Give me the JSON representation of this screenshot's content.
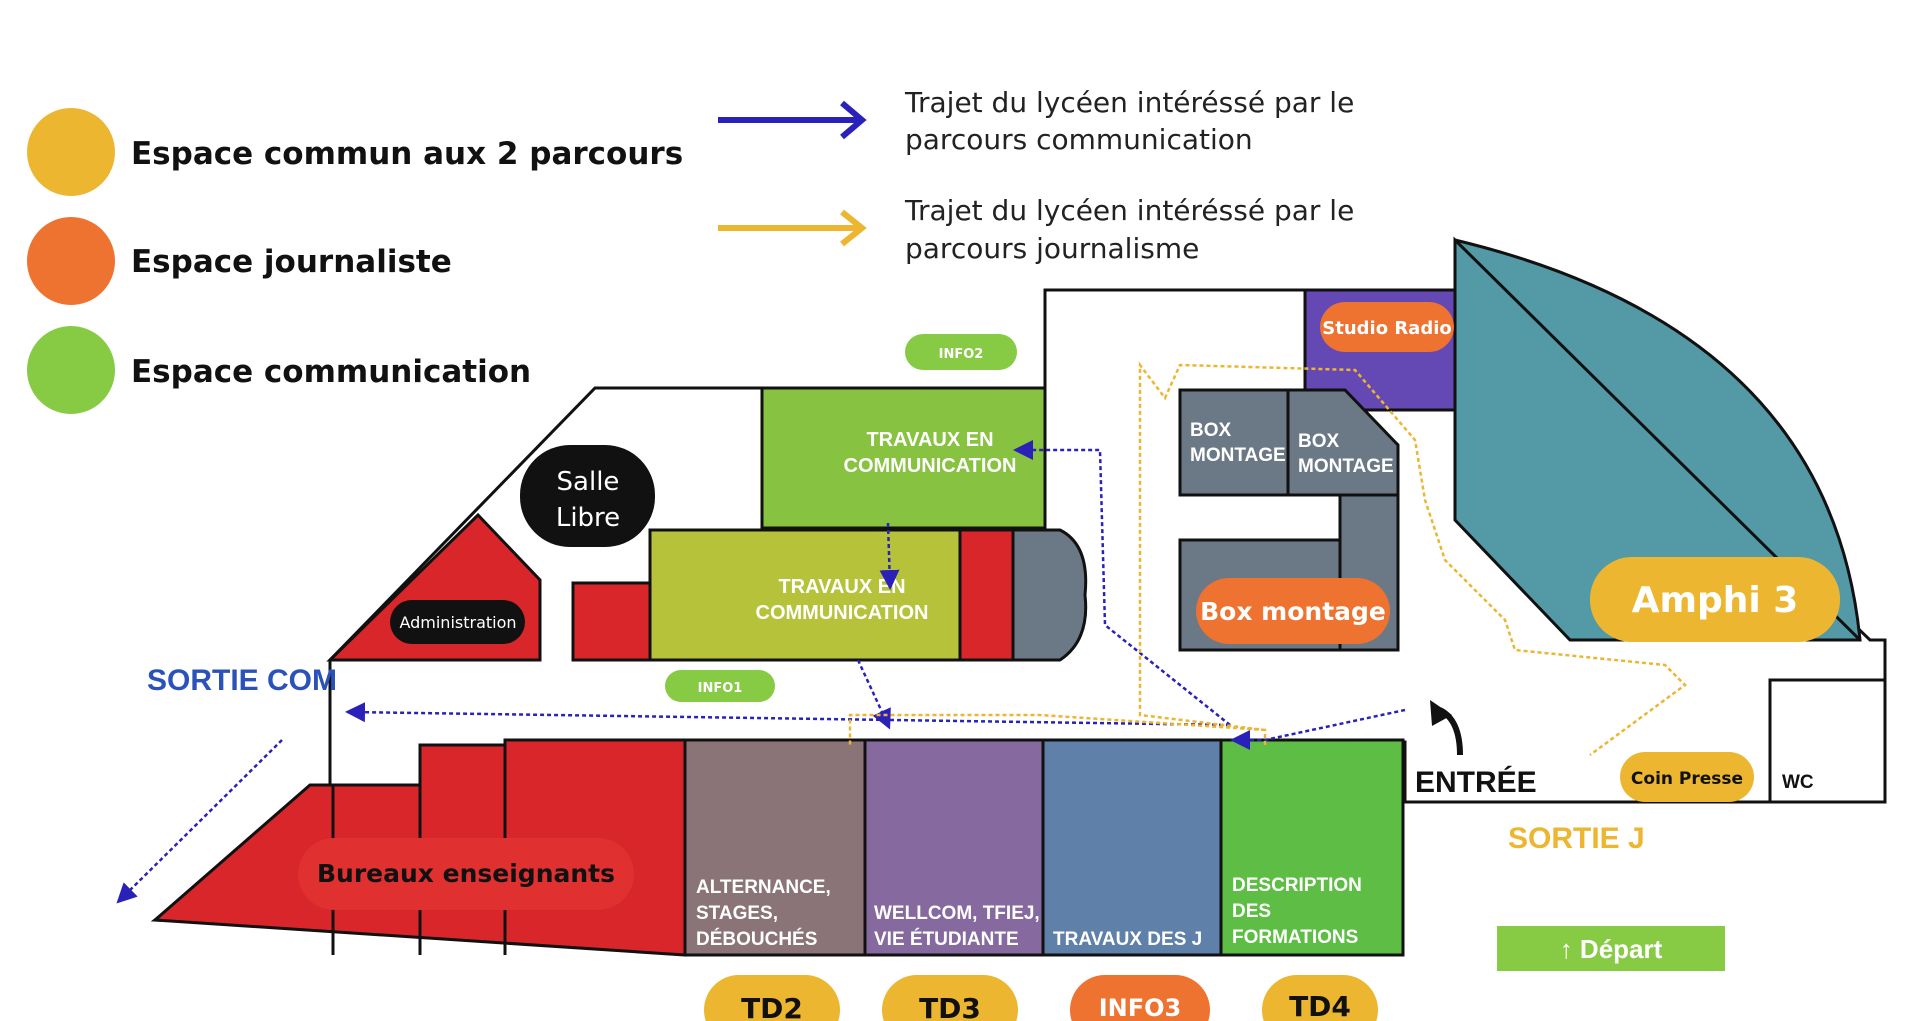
{
  "legend": {
    "common": {
      "label": "Espace commun aux 2 parcours",
      "color": "#ECB630"
    },
    "journaliste": {
      "label": "Espace journaliste",
      "color": "#EE7230"
    },
    "communication": {
      "label": "Espace communication",
      "color": "#87CB45"
    },
    "route_com": {
      "label_line1": "Trajet du lycéen intéréssé par le",
      "label_line2": "parcours communication",
      "color": "#2A22B8"
    },
    "route_j": {
      "label_line1": "Trajet du lycéen intéréssé par le",
      "label_line2": "parcours journalisme",
      "color": "#ECB630"
    }
  },
  "rooms": {
    "travaux_com_1_line1": "TRAVAUX EN",
    "travaux_com_1_line2": "COMMUNICATION",
    "travaux_com_2_line1": "TRAVAUX EN",
    "travaux_com_2_line2": "COMMUNICATION",
    "box_montage_1_line1": "BOX",
    "box_montage_1_line2": "MONTAGE",
    "box_montage_2_line1": "BOX",
    "box_montage_2_line2": "MONTAGE",
    "alternance_line1": "ALTERNANCE,",
    "alternance_line2": "STAGES,",
    "alternance_line3": "DÉBOUCHÉS",
    "wellcom_line1": "WELLCOM, TFIEJ,",
    "wellcom_line2": "VIE ÉTUDIANTE",
    "travaux_j": "TRAVAUX DES J",
    "description_line1": "DESCRIPTION",
    "description_line2": "DES",
    "description_line3": "FORMATIONS",
    "wc": "WC"
  },
  "badges": {
    "salle_libre_line1": "Salle",
    "salle_libre_line2": "Libre",
    "administration": "Administration",
    "info1": "INFO1",
    "info2": "INFO2",
    "studio_radio": "Studio Radio",
    "box_montage": "Box montage",
    "amphi": "Amphi 3",
    "coin_presse": "Coin Presse",
    "bureaux": "Bureaux enseignants",
    "td2": "TD2",
    "td3": "TD3",
    "info3": "INFO3",
    "td4": "TD4"
  },
  "signs": {
    "sortie_com": "SORTIE COM",
    "sortie_j": "SORTIE J",
    "entree": "ENTRÉE",
    "depart": "↑ Départ"
  },
  "colors": {
    "red": "#D9262B",
    "grey": "#6B7886",
    "olive": "#B5C23A",
    "green": "#87C241",
    "teal": "#5499A6",
    "purple": "#6448B4",
    "mauve": "#8B7478",
    "violet": "#86699E",
    "blue": "#5F80A8",
    "depart": "#87CB45"
  }
}
